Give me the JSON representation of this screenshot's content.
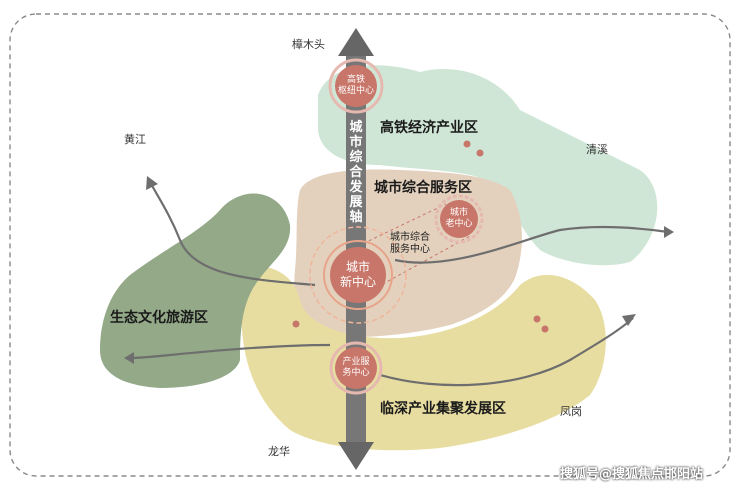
{
  "places": {
    "zhangmutou": "樟木头",
    "huangjiang": "黄江",
    "qingxi": "清溪",
    "fenggang": "凤岗",
    "longhua": "龙华"
  },
  "zones": {
    "hsr_industry": "高铁经济产业区",
    "city_service": "城市综合服务区",
    "eco_tourism": "生态文化旅游区",
    "linshen_industry": "临深产业集聚发展区"
  },
  "nodes": {
    "hsr_hub": [
      "高铁",
      "枢纽中心"
    ],
    "old_center": [
      "城市",
      "老中心"
    ],
    "new_center": [
      "城市",
      "新中心"
    ],
    "service_center_label": [
      "城市综合",
      "服务中心"
    ],
    "industry_service": [
      "产业服",
      "务中心"
    ]
  },
  "axis_label": [
    "城",
    "市",
    "综",
    "合",
    "发",
    "展",
    "轴"
  ],
  "watermark": "搜狐号@搜狐焦点邯阳站",
  "colors": {
    "green_zone": "#cfe6d6",
    "beige_zone": "#e3d1bd",
    "yellow_zone": "#e8dda1",
    "olive_zone": "#93a988",
    "node_fill": "#c8766a",
    "arrow_gray": "#6e6e6e",
    "axis_gray": "#777777"
  }
}
